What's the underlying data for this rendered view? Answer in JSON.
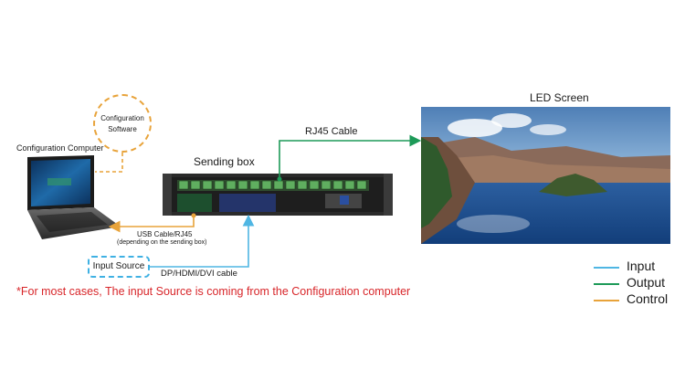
{
  "labels": {
    "config_computer": "Configuration Computer",
    "config_software_line1": "Configuration",
    "config_software_line2": "Software",
    "sending_box": "Sending box",
    "led_screen": "LED Screen",
    "rj45_cable": "RJ45 Cable",
    "usb_cable_line1": "USB Cable/RJ45",
    "usb_cable_line2": "(depending on the sending box)",
    "input_source": "Input Source",
    "dp_cable": "DP/HDMI/DVI cable",
    "note": "*For most cases, The input Source is coming from the Configuration computer"
  },
  "legend": [
    {
      "label": "Input",
      "color": "#4fb6e3"
    },
    {
      "label": "Output",
      "color": "#1d9a58"
    },
    {
      "label": "Control",
      "color": "#e8a33a"
    }
  ],
  "colors": {
    "input": "#4fb6e3",
    "output": "#1d9a58",
    "control": "#e8a33a"
  }
}
